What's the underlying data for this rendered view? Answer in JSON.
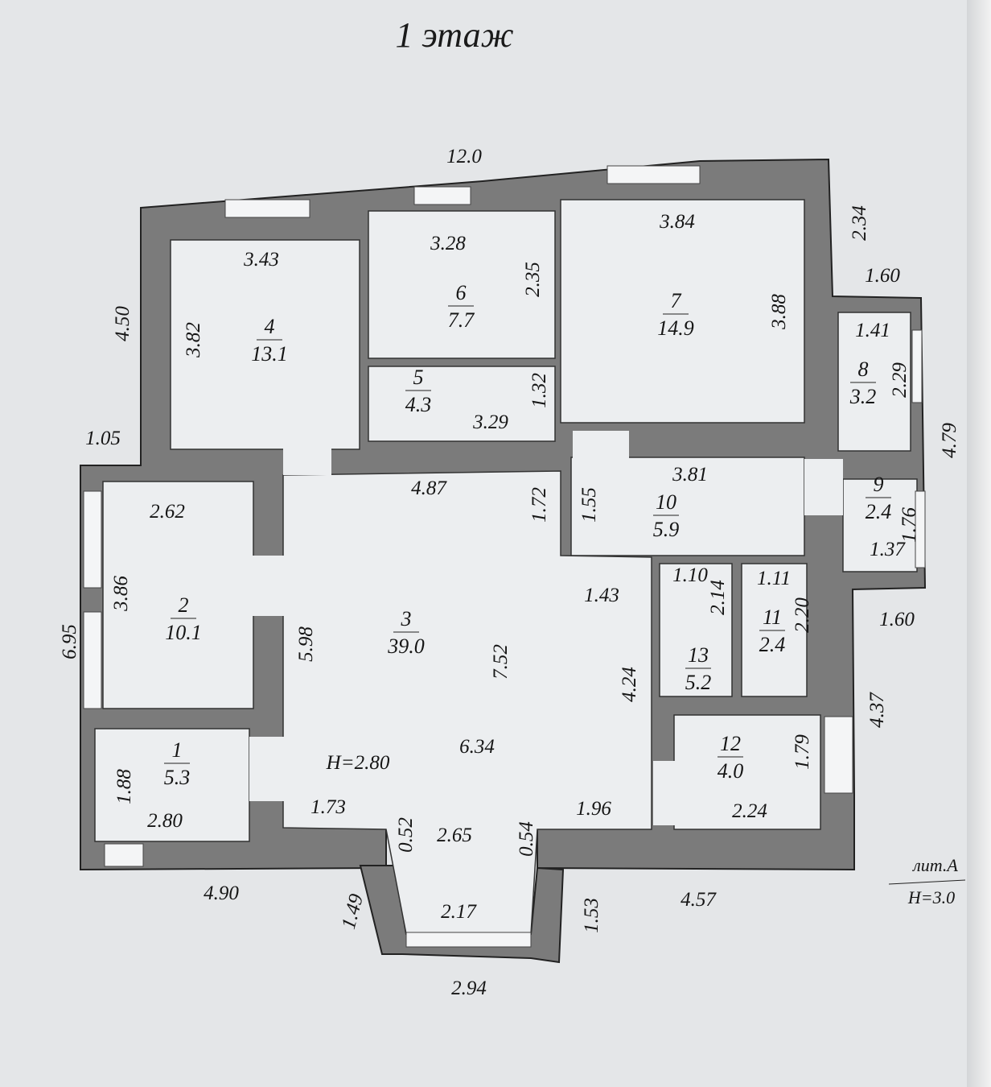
{
  "title": "1 этаж",
  "rooms": [
    {
      "number": "4",
      "area": "13.1"
    },
    {
      "number": "6",
      "area": "7.7"
    },
    {
      "number": "5",
      "area": "4.3"
    },
    {
      "number": "7",
      "area": "14.9"
    },
    {
      "number": "8",
      "area": "3.2"
    },
    {
      "number": "9",
      "area": "2.4"
    },
    {
      "number": "10",
      "area": "5.9"
    },
    {
      "number": "2",
      "area": "10.1"
    },
    {
      "number": "3",
      "area": "39.0"
    },
    {
      "number": "1",
      "area": "5.3"
    },
    {
      "number": "13",
      "area": "5.2"
    },
    {
      "number": "11",
      "area": "2.4"
    },
    {
      "number": "12",
      "area": "4.0"
    }
  ],
  "dimensions": [
    "12.0",
    "3.43",
    "3.82",
    "3.28",
    "2.35",
    "3.84",
    "3.88",
    "2.34",
    "1.60",
    "1.41",
    "2.29",
    "4.79",
    "4.50",
    "1.05",
    "3.29",
    "1.32",
    "4.87",
    "1.72",
    "1.55",
    "3.81",
    "1.76",
    "1.37",
    "1.60",
    "2.62",
    "3.86",
    "6.95",
    "5.98",
    "7.52",
    "1.43",
    "1.10",
    "2.14",
    "1.11",
    "2.20",
    "4.24",
    "4.37",
    "1.79",
    "6.34",
    "1.88",
    "2.80",
    "1.73",
    "0.52",
    "2.65",
    "0.54",
    "1.96",
    "2.24",
    "4.90",
    "4.57",
    "1.49",
    "2.17",
    "1.53",
    "2.94"
  ],
  "ceiling_height_room": "H=2.80",
  "legend": {
    "letter": "лит.А",
    "height": "H=3.0"
  },
  "colors": {
    "wall": "#7b7b7b",
    "room": "#eceef0",
    "background": "#e4e6e8"
  }
}
